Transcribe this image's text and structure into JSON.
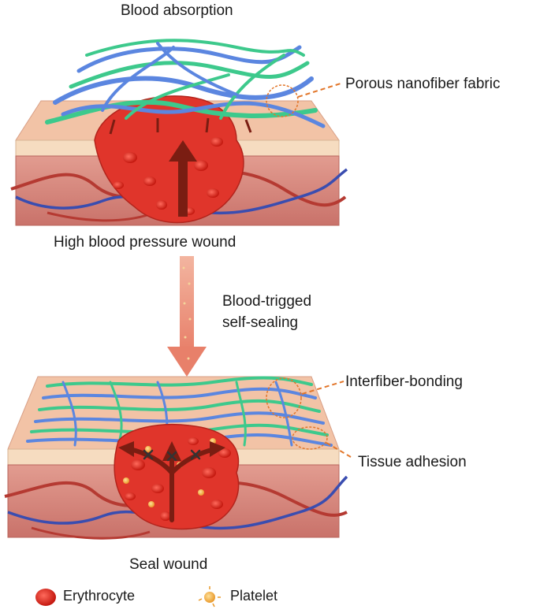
{
  "labels": {
    "top_title": "Blood absorption",
    "porous": "Porous nanofiber fabric",
    "high_pressure": "High blood pressure wound",
    "trigger_line1": "Blood-trigged",
    "trigger_line2": "self-sealing",
    "interfiber": "Interfiber-bonding",
    "tissue_adhesion": "Tissue adhesion",
    "seal": "Seal wound"
  },
  "legend": [
    {
      "label": "Erythrocyte",
      "icon": "erythrocyte-icon"
    },
    {
      "label": "Platelet",
      "icon": "platelet-icon"
    }
  ],
  "colors": {
    "skin_top": "#f2c3a6",
    "skin_side": "#d98a80",
    "fat_layer": "#f6dcc0",
    "blood": "#e0352b",
    "arrow": "#7a1d12",
    "fiber_green": "#3dc98c",
    "fiber_blue": "#5b86e0",
    "callout": "#e2762a"
  }
}
